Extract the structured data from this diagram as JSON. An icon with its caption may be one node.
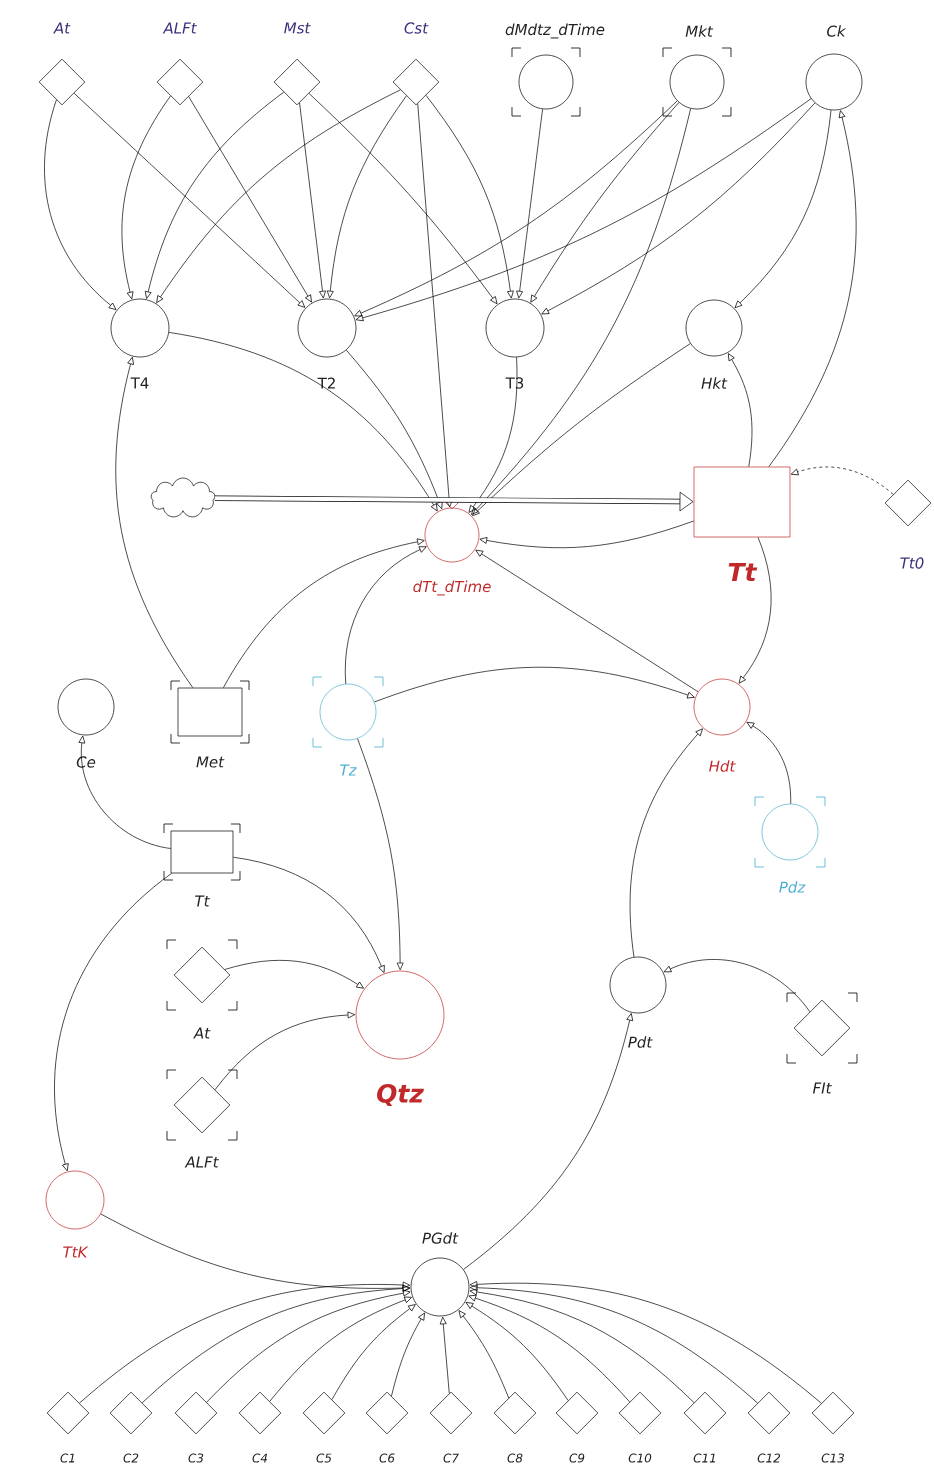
{
  "diagram": {
    "nodes": [
      {
        "text": [
          "At"
        ]
      },
      {
        "text": [
          "ALFt"
        ]
      },
      {
        "text": [
          "Mst"
        ]
      },
      {
        "text": [
          "Cst"
        ]
      },
      {
        "text": [
          "dMdtz_dTime"
        ]
      },
      {
        "text": [
          "Mkt"
        ]
      },
      {
        "text": [
          "Ck"
        ]
      },
      {
        "text": [
          "T4"
        ]
      },
      {
        "text": [
          "T2"
        ]
      },
      {
        "text": [
          "T3"
        ]
      },
      {
        "text": [
          "Hkt"
        ]
      },
      {
        "text": [],
        "shape": "cloud"
      },
      {
        "text": [
          "dTt_dTime"
        ]
      },
      {
        "text": [
          "Tt"
        ]
      },
      {
        "text": [
          "Tt0"
        ]
      },
      {
        "text": [
          "Ce"
        ]
      },
      {
        "text": [
          "Met"
        ]
      },
      {
        "text": [
          "Tz"
        ]
      },
      {
        "text": [
          "Hdt"
        ]
      },
      {
        "text": [
          "Pdz"
        ]
      },
      {
        "text": [
          "Tt"
        ]
      },
      {
        "text": [
          "At"
        ]
      },
      {
        "text": [
          "ALFt"
        ]
      },
      {
        "text": [
          "Qtz"
        ]
      },
      {
        "text": [
          "Pdt"
        ]
      },
      {
        "text": [
          "FIt"
        ]
      },
      {
        "text": [
          "TtK"
        ]
      },
      {
        "text": [
          "PGdt"
        ]
      },
      {
        "text": [
          "C1"
        ]
      },
      {
        "text": [
          "C2"
        ]
      },
      {
        "text": [
          "C3"
        ]
      },
      {
        "text": [
          "C4"
        ]
      },
      {
        "text": [
          "C5"
        ]
      },
      {
        "text": [
          "C6"
        ]
      },
      {
        "text": [
          "C7"
        ]
      },
      {
        "text": [
          "C8"
        ]
      },
      {
        "text": [
          "C9"
        ]
      },
      {
        "text": [
          "C10"
        ]
      },
      {
        "text": [
          "C11"
        ]
      },
      {
        "text": [
          "C12"
        ]
      },
      {
        "text": [
          "C13"
        ]
      }
    ],
    "edges": [
      {
        "from": 0,
        "to": 7,
        "arrow": "to"
      },
      {
        "from": 0,
        "to": 8,
        "arrow": "to"
      },
      {
        "from": 1,
        "to": 7,
        "arrow": "to"
      },
      {
        "from": 1,
        "to": 8,
        "arrow": "to"
      },
      {
        "from": 2,
        "to": 7,
        "arrow": "to"
      },
      {
        "from": 2,
        "to": 8,
        "arrow": "to"
      },
      {
        "from": 2,
        "to": 9,
        "arrow": "to"
      },
      {
        "from": 3,
        "to": 7,
        "arrow": "to"
      },
      {
        "from": 3,
        "to": 8,
        "arrow": "to"
      },
      {
        "from": 3,
        "to": 9,
        "arrow": "to"
      },
      {
        "from": 3,
        "to": 12,
        "arrow": "to"
      },
      {
        "from": 4,
        "to": 9,
        "arrow": "to"
      },
      {
        "from": 5,
        "to": 8,
        "arrow": "to"
      },
      {
        "from": 5,
        "to": 9,
        "arrow": "to"
      },
      {
        "from": 5,
        "to": 12,
        "arrow": "to"
      },
      {
        "from": 6,
        "to": 8,
        "arrow": "to"
      },
      {
        "from": 6,
        "to": 9,
        "arrow": "to"
      },
      {
        "from": 6,
        "to": 10,
        "arrow": "to"
      },
      {
        "from": 13,
        "to": 6,
        "arrow": "to"
      },
      {
        "from": 13,
        "to": 10,
        "arrow": "to"
      },
      {
        "from": 7,
        "to": 12,
        "arrow": "to"
      },
      {
        "from": 8,
        "to": 12,
        "arrow": "to"
      },
      {
        "from": 9,
        "to": 12,
        "arrow": "to"
      },
      {
        "from": 10,
        "to": 12,
        "arrow": "to"
      },
      {
        "from": 16,
        "to": 7,
        "arrow": "to"
      },
      {
        "from": 16,
        "to": 12,
        "arrow": "to"
      },
      {
        "from": 11,
        "to": 13,
        "arrow": "to",
        "style": "thick"
      },
      {
        "from": 13,
        "to": 12,
        "arrow": "to"
      },
      {
        "from": 13,
        "to": 18,
        "arrow": "to"
      },
      {
        "from": 14,
        "to": 13,
        "arrow": "to",
        "style": "dashed"
      },
      {
        "from": 17,
        "to": 12,
        "arrow": "to"
      },
      {
        "from": 17,
        "to": 18,
        "arrow": "to"
      },
      {
        "from": 17,
        "to": 23,
        "arrow": "to"
      },
      {
        "from": 18,
        "to": 12,
        "arrow": "to"
      },
      {
        "from": 19,
        "to": 18,
        "arrow": "to"
      },
      {
        "from": 24,
        "to": 18,
        "arrow": "to"
      },
      {
        "from": 20,
        "to": 15,
        "arrow": "to"
      },
      {
        "from": 20,
        "to": 23,
        "arrow": "to"
      },
      {
        "from": 20,
        "to": 26,
        "arrow": "to"
      },
      {
        "from": 21,
        "to": 23,
        "arrow": "to"
      },
      {
        "from": 22,
        "to": 23,
        "arrow": "to"
      },
      {
        "from": 25,
        "to": 24,
        "arrow": "to"
      },
      {
        "from": 27,
        "to": 24,
        "arrow": "to"
      },
      {
        "from": 26,
        "to": 27,
        "arrow": "to"
      },
      {
        "from": 28,
        "to": 27,
        "arrow": "to"
      },
      {
        "from": 29,
        "to": 27,
        "arrow": "to"
      },
      {
        "from": 30,
        "to": 27,
        "arrow": "to"
      },
      {
        "from": 31,
        "to": 27,
        "arrow": "to"
      },
      {
        "from": 32,
        "to": 27,
        "arrow": "to"
      },
      {
        "from": 33,
        "to": 27,
        "arrow": "to"
      },
      {
        "from": 34,
        "to": 27,
        "arrow": "to"
      },
      {
        "from": 35,
        "to": 27,
        "arrow": "to"
      },
      {
        "from": 36,
        "to": 27,
        "arrow": "to"
      },
      {
        "from": 37,
        "to": 27,
        "arrow": "to"
      },
      {
        "from": 38,
        "to": 27,
        "arrow": "to"
      },
      {
        "from": 39,
        "to": 27,
        "arrow": "to"
      },
      {
        "from": 40,
        "to": 27,
        "arrow": "to"
      }
    ]
  }
}
